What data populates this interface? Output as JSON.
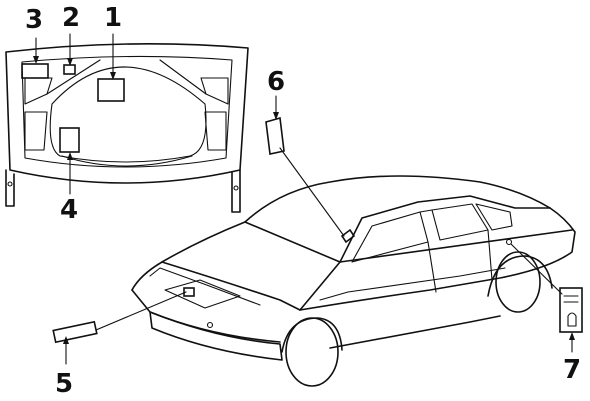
{
  "diagram": {
    "callouts": [
      "1",
      "2",
      "3",
      "4",
      "5",
      "6",
      "7"
    ],
    "parts": {
      "hood": "hood-panel",
      "car": "sedan-body",
      "labels": [
        "label-1",
        "label-2",
        "label-3",
        "label-4",
        "label-5",
        "label-6",
        "label-7"
      ]
    }
  }
}
